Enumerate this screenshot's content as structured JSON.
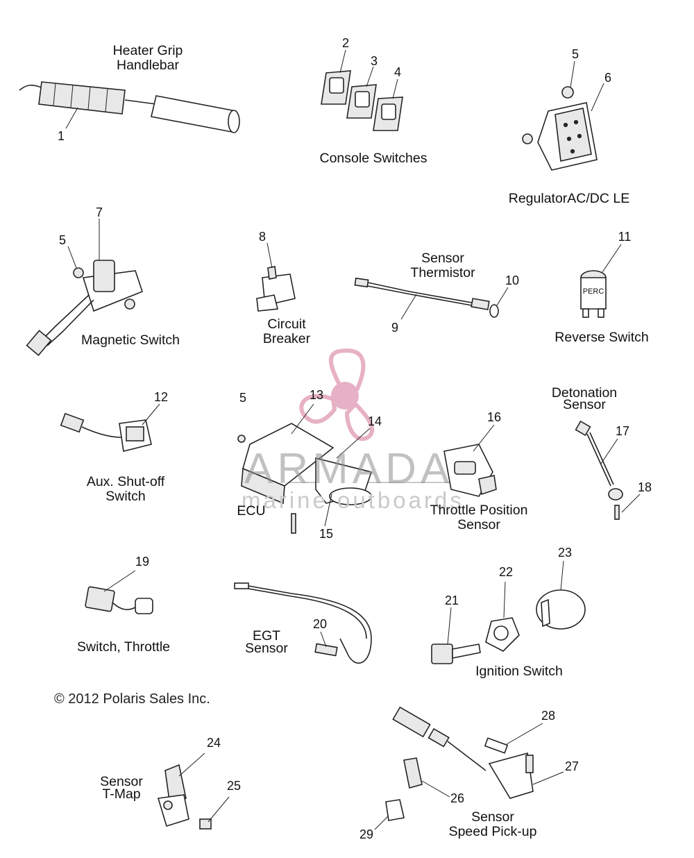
{
  "diagram": {
    "groups": [
      {
        "id": "heater",
        "label_line1": "Heater Grip",
        "label_line2": "Handlebar"
      },
      {
        "id": "console",
        "label_line1": "Console Switches",
        "label_line2": ""
      },
      {
        "id": "regulator",
        "label_line1": "RegulatorAC/DC LE",
        "label_line2": ""
      },
      {
        "id": "magnetic",
        "label_line1": "Magnetic Switch",
        "label_line2": ""
      },
      {
        "id": "breaker",
        "label_line1": "Circuit",
        "label_line2": "Breaker"
      },
      {
        "id": "thermistor",
        "label_line1": "Sensor",
        "label_line2": "Thermistor"
      },
      {
        "id": "reverse",
        "label_line1": "Reverse Switch",
        "label_line2": ""
      },
      {
        "id": "aux",
        "label_line1": "Aux. Shut-off",
        "label_line2": "Switch"
      },
      {
        "id": "ecu",
        "label_line1": "ECU",
        "label_line2": ""
      },
      {
        "id": "tps",
        "label_line1": "Throttle Position",
        "label_line2": "Sensor"
      },
      {
        "id": "detonation",
        "label_line1": "Detonation",
        "label_line2": "Sensor"
      },
      {
        "id": "throttle_switch",
        "label_line1": "Switch, Throttle",
        "label_line2": ""
      },
      {
        "id": "egt",
        "label_line1": "EGT",
        "label_line2": "Sensor"
      },
      {
        "id": "ignition",
        "label_line1": "Ignition Switch",
        "label_line2": ""
      },
      {
        "id": "tmap",
        "label_line1": "Sensor",
        "label_line2": "T-Map"
      },
      {
        "id": "speed",
        "label_line1": "Sensor",
        "label_line2": "Speed Pick-up"
      }
    ],
    "callouts": [
      "1",
      "2",
      "3",
      "4",
      "5",
      "6",
      "5",
      "7",
      "8",
      "9",
      "10",
      "11",
      "12",
      "5",
      "13",
      "14",
      "15",
      "16",
      "17",
      "18",
      "19",
      "20",
      "21",
      "22",
      "23",
      "24",
      "25",
      "26",
      "27",
      "28",
      "29"
    ],
    "reverse_switch_marking": "PERC",
    "copyright": "© 2012 Polaris Sales Inc.",
    "watermark": {
      "brand": "ARMADA",
      "tagline": "marine outboards"
    },
    "colors": {
      "line": "#222222",
      "watermark_pink": "#e3a4bc",
      "watermark_gray": "#8f8f8f"
    }
  }
}
